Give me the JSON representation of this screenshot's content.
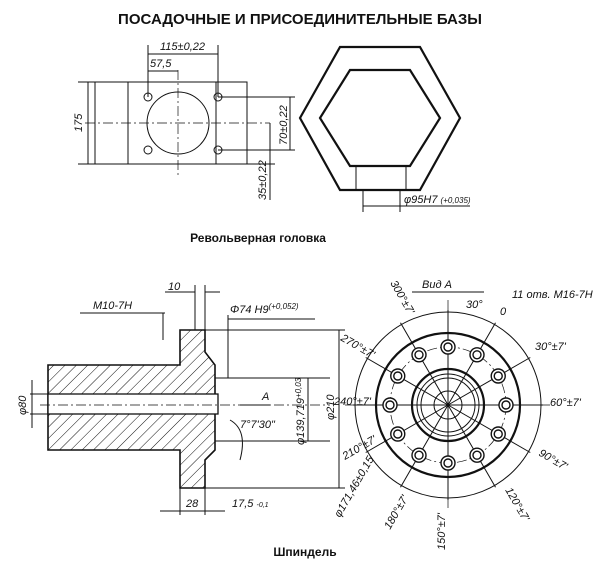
{
  "title": "ПОСАДОЧНЫЕ И ПРИСОЕДИНИТЕЛЬНЫЕ БАЗЫ",
  "turret": {
    "caption": "Револьверная головка",
    "dims": {
      "width_holes": "115±0,22",
      "half": "57,5",
      "height": "175",
      "vert_holes": "70±0,22",
      "offset": "35±0,22",
      "bore": "φ95H7",
      "bore_tol": "(+0,035)"
    }
  },
  "spindle": {
    "caption": "Шпиндель",
    "dims": {
      "thread": "M10-7H",
      "d10": "10",
      "d74": "Φ74 H9",
      "d74_tol": "(+0,052)",
      "d80": "φ80",
      "d139": "φ139,719",
      "d139_tol": "+0,03",
      "d210": "φ210",
      "angle": "7°7'30\"",
      "view_arrow": "A",
      "w28": "28",
      "w17": "17,5",
      "w17_tol": "-0,1"
    },
    "view": {
      "title": "Вид А",
      "holes": "11 отв. M16-7H",
      "zero": "0",
      "a30": "30°",
      "angles": [
        "30°±7'",
        "60°±7'",
        "90°±7'",
        "120°±7'",
        "150°±7'",
        "180°±7'",
        "210°±7'",
        "240°±7'",
        "270°±7'",
        "300°±7'"
      ],
      "bolt_circle": "φ171,46±0,15"
    }
  }
}
